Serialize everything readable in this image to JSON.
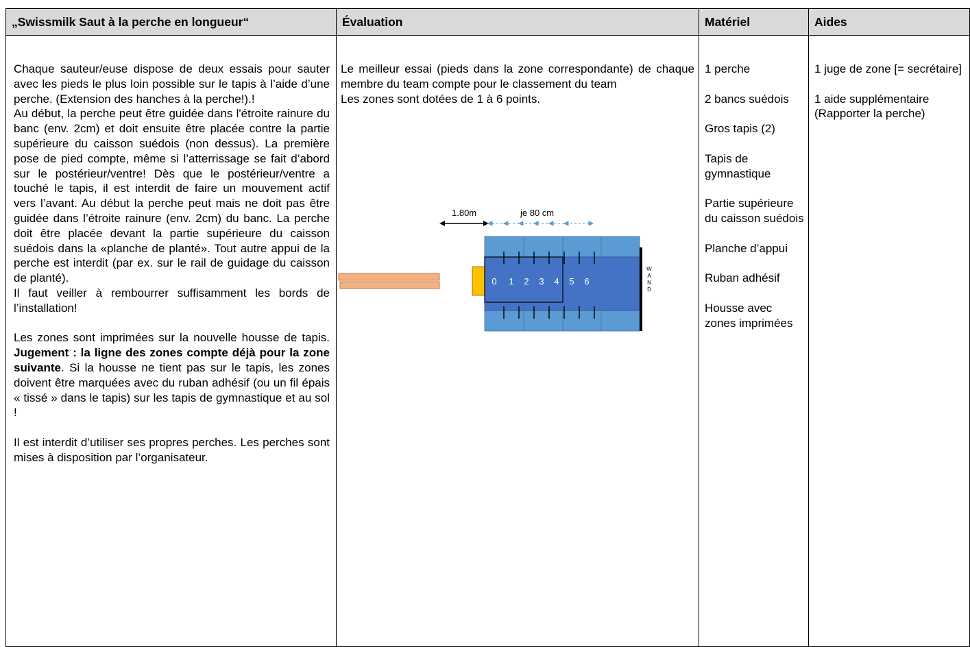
{
  "headers": {
    "col1": "„Swissmilk Saut à la perche en longueur“",
    "col2": "Évaluation",
    "col3": "Matériel",
    "col4": "Aides"
  },
  "description": {
    "p1": "Chaque sauteur/euse dispose de deux essais pour sauter avec les pieds le plus loin possible sur le tapis à l’aide d’une perche. (Extension des hanches à la perche!).!",
    "p2": "Au début, la perche peut être guidée dans l'étroite rainure du banc (env. 2cm) et doit ensuite être placée contre la partie supérieure du caisson suédois (non dessus). La première pose de pied compte, même si l’atterrissage se fait d’abord sur le postérieur/ventre! Dès que le postérieur/ventre a touché le tapis, il est interdit de faire un mouvement actif vers l’avant. Au début la perche peut mais ne doit pas être guidée dans l’étroite rainure (env. 2cm) du banc. La perche doit être placée devant la partie supérieure du caisson suédois dans la «planche de planté». Tout autre appui de la perche est interdit (par ex. sur le rail de guidage du caisson de planté).",
    "p3": "Il faut veiller à rembourrer suffisamment les bords de l’installation!",
    "p4_start": "Les zones sont imprimées sur la nouvelle housse de tapis. ",
    "p4_bold": "Jugement : la ligne des zones compte déjà pour la zone suivante",
    "p4_end": ". Si la housse ne tient pas sur le tapis, les zones doivent être marquées avec du ruban adhésif (ou un fil épais « tissé » dans le tapis) sur les tapis de gymnastique et au sol !",
    "p5": "Il est interdit d’utiliser ses propres perches. Les perches sont mises à disposition par l’organisateur."
  },
  "evaluation": {
    "p1": "Le meilleur essai (pieds dans la zone correspondante) de chaque membre du team compte pour le classement du team",
    "p2": "Les zones sont dotées de 1 à 6 points."
  },
  "diagram": {
    "dist_label": "1.80m",
    "zone_label": "je 80 cm",
    "zones": [
      "0",
      "1",
      "2",
      "3",
      "4",
      "5",
      "6"
    ],
    "wall_letters": [
      "W",
      "A",
      "N",
      "D"
    ],
    "colors": {
      "mat_light": "#5b9bd5",
      "mat_dark": "#4472c4",
      "bench": "#f4b183",
      "board": "#ffc000",
      "arrow_blue": "#5b9bd5"
    }
  },
  "material": {
    "items": [
      "1 perche",
      "2 bancs suédois",
      "Gros tapis (2)",
      "Tapis de gymnastique",
      "Partie supérieure du caisson suédois",
      "Planche d’appui",
      "Ruban adhésif",
      "Housse avec zones imprimées"
    ]
  },
  "aides": {
    "items": [
      "1 juge de zone [= secrétaire]",
      "1 aide supplémentaire (Rapporter la perche)"
    ]
  }
}
